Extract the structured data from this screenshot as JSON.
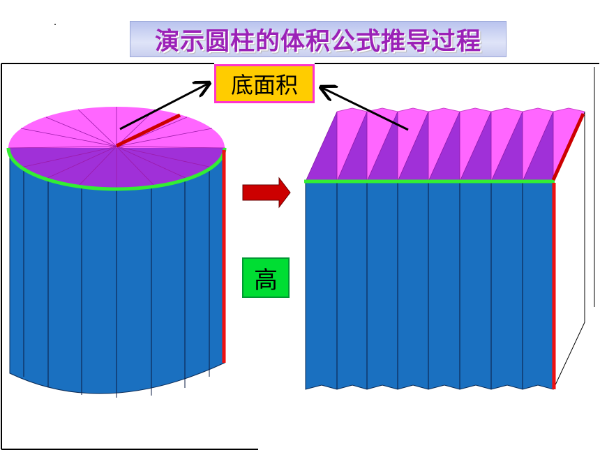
{
  "title": "演示圆柱的体积公式推导过程",
  "labels": {
    "base_area": "底面积",
    "height": "高"
  },
  "colors": {
    "side_blue": "#1a70c0",
    "top_magenta": "#ff66ff",
    "top_purple": "#a030d8",
    "circumference_green": "#33ee33",
    "height_red": "#ee1111",
    "radius_dark_red": "#cc0000",
    "arrow_fill": "#cc0000",
    "base_label_bg": "#ffcc00",
    "base_label_border": "#ff33cc",
    "height_label_bg": "#00dd33",
    "title_color": "#9b21b7"
  }
}
